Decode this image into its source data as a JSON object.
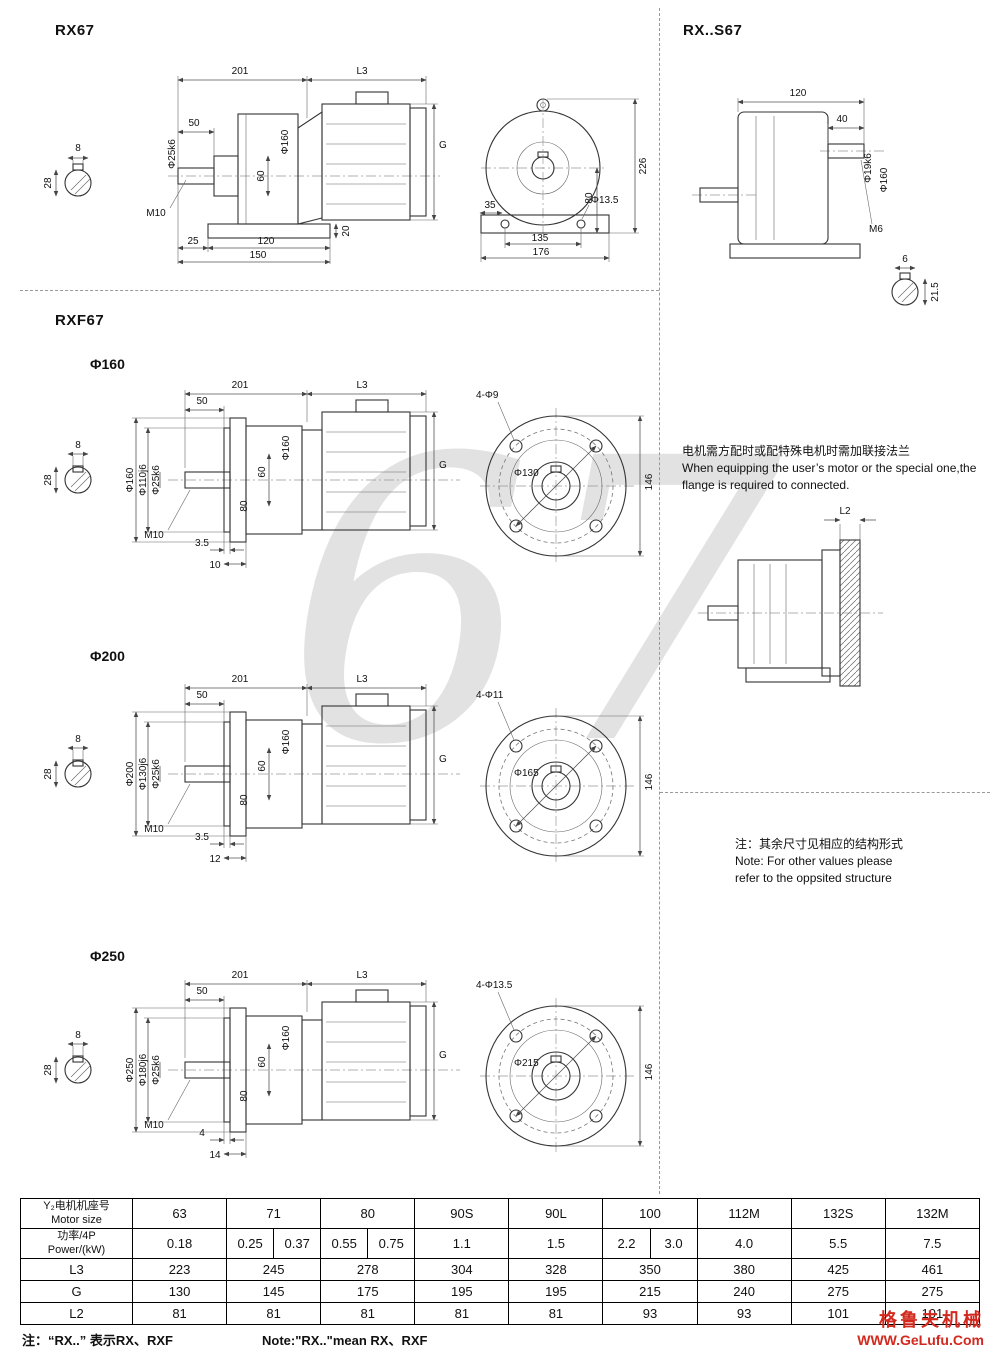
{
  "page": {
    "watermark": "67",
    "brand_name": "格鲁夫机械",
    "brand_url": "WWW.GeLufu.Com",
    "note_cn": "注：“RX..” 表示RX、RXF",
    "note_en": "Note:\"RX..\"mean RX、RXF"
  },
  "rx67": {
    "title": "RX67",
    "side": {
      "top1": "201",
      "top2": "L3",
      "d50": "50",
      "key_w": "8",
      "key_d": "28",
      "shaft": "Φ25k6",
      "m10": "M10",
      "d60": "60",
      "d160": "Φ160",
      "g": "G",
      "b25": "25",
      "b120": "120",
      "b150": "150",
      "b20": "20"
    },
    "front": {
      "d226": "226",
      "d80": "80",
      "d35": "35",
      "hole": "Φ13.5",
      "d135": "135",
      "d176": "176"
    }
  },
  "rxs67": {
    "title": "RX..S67",
    "d120": "120",
    "d40": "40",
    "shaft": "Φ19k6",
    "d160": "Φ160",
    "m6": "M6",
    "key_w": "6",
    "key_d": "21.5"
  },
  "rxf67": {
    "title": "RXF67",
    "variants": [
      {
        "name": "Φ160",
        "side": {
          "top1": "201",
          "top2": "L3",
          "d50": "50",
          "key_w": "8",
          "key_d": "28",
          "flange_od": "Φ160",
          "spigot": "Φ110j6",
          "shaft": "Φ25k6",
          "d60": "60",
          "d80": "80",
          "d160": "Φ160",
          "g": "G",
          "m10": "M10",
          "t": "3.5",
          "l": "10"
        },
        "flange": {
          "bolts": "4-Φ9",
          "bc": "Φ130",
          "h": "146"
        }
      },
      {
        "name": "Φ200",
        "side": {
          "top1": "201",
          "top2": "L3",
          "d50": "50",
          "key_w": "8",
          "key_d": "28",
          "flange_od": "Φ200",
          "spigot": "Φ130j6",
          "shaft": "Φ25k6",
          "d60": "60",
          "d80": "80",
          "d160": "Φ160",
          "g": "G",
          "m10": "M10",
          "t": "3.5",
          "l": "12"
        },
        "flange": {
          "bolts": "4-Φ11",
          "bc": "Φ165",
          "h": "146"
        }
      },
      {
        "name": "Φ250",
        "side": {
          "top1": "201",
          "top2": "L3",
          "d50": "50",
          "key_w": "8",
          "key_d": "28",
          "flange_od": "Φ250",
          "spigot": "Φ180j6",
          "shaft": "Φ25k6",
          "d60": "60",
          "d80": "80",
          "d160": "Φ160",
          "g": "G",
          "m10": "M10",
          "t": "4",
          "l": "14"
        },
        "flange": {
          "bolts": "4-Φ13.5",
          "bc": "Φ215",
          "h": "146"
        }
      }
    ]
  },
  "flange_note": {
    "cn": "电机需方配时或配特殊电机时需加联接法兰",
    "en": "When equipping the user’s motor or the special one,the flange is required to connected."
  },
  "l2_drawing": {
    "label": "L2"
  },
  "other_note": {
    "cn": "注：其余尺寸见相应的结构形式",
    "en1": "Note: For other values please",
    "en2": "refer to the oppsited structure"
  },
  "table": {
    "header_cn": "Y₂电机机座号",
    "header_en": "Motor size",
    "power_cn": "功率/4P",
    "power_en": "Power/(kW)",
    "motor_sizes": [
      "63",
      "71",
      "80",
      "90S",
      "90L",
      "100",
      "112M",
      "132S",
      "132M"
    ],
    "power_values": [
      "0.18",
      "0.25",
      "0.37",
      "0.55",
      "0.75",
      "1.1",
      "1.5",
      "2.2",
      "3.0",
      "4.0",
      "5.5",
      "7.5"
    ],
    "rows": [
      {
        "label": "L3",
        "values": [
          "223",
          "245",
          "278",
          "304",
          "328",
          "350",
          "380",
          "425",
          "461"
        ]
      },
      {
        "label": "G",
        "values": [
          "130",
          "145",
          "175",
          "195",
          "195",
          "215",
          "240",
          "275",
          "275"
        ]
      },
      {
        "label": "L2",
        "values": [
          "81",
          "81",
          "81",
          "81",
          "81",
          "93",
          "93",
          "101",
          "101"
        ]
      }
    ]
  }
}
